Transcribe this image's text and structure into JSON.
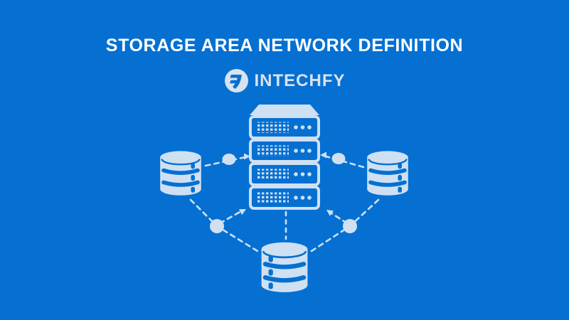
{
  "header": {
    "title": "STORAGE AREA NETWORK DEFINITION",
    "brand": {
      "name": "INTECHFY",
      "logo_letter": "F"
    }
  },
  "colors": {
    "background": "#0570d2",
    "icon_light": "#cfe0f3",
    "title_text": "#ffffff",
    "brand_text": "#d9e2ef"
  },
  "icons": {
    "logo": "intechfy-f-badge-icon",
    "server": "server-rack-icon",
    "storage": "database-cylinder-icon",
    "junction": "connector-dot",
    "link": "dashed-link",
    "arrow": "arrowhead-icon"
  },
  "diagram": {
    "type": "network-topology",
    "nodes": [
      {
        "id": "server-rack",
        "icon": "server-rack-icon",
        "position": "center",
        "units": 4
      },
      {
        "id": "storage-left",
        "icon": "database-cylinder-icon",
        "position": "left"
      },
      {
        "id": "storage-right",
        "icon": "database-cylinder-icon",
        "position": "right"
      },
      {
        "id": "storage-bottom",
        "icon": "database-cylinder-icon",
        "position": "bottom"
      }
    ],
    "connectors": [
      {
        "from": "storage-left",
        "to": "server-rack",
        "style": "dashed",
        "via": "dot",
        "arrow": "toward-server"
      },
      {
        "from": "storage-right",
        "to": "server-rack",
        "style": "dashed",
        "via": "dot",
        "arrow": "toward-server"
      },
      {
        "from": "storage-left",
        "to": "storage-bottom",
        "style": "dashed",
        "via": "dot",
        "branch_arrow": "toward-server"
      },
      {
        "from": "storage-right",
        "to": "storage-bottom",
        "style": "dashed",
        "via": "dot",
        "branch_arrow": "toward-server"
      },
      {
        "from": "server-rack",
        "to": "storage-bottom",
        "style": "dashed",
        "arrow": "none"
      }
    ]
  }
}
